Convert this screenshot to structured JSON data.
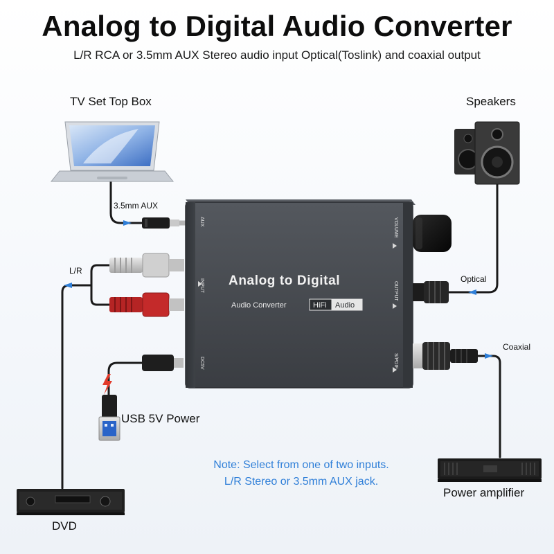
{
  "header": {
    "title": "Analog to Digital Audio Converter",
    "subtitle": "L/R RCA or 3.5mm AUX Stereo audio input Optical(Toslink) and coaxial output"
  },
  "devices": {
    "tv_set_top_box": "TV Set Top Box",
    "speakers": "Speakers",
    "power_amplifier": "Power amplifier",
    "dvd": "DVD"
  },
  "cables": {
    "aux": "3.5mm AUX",
    "lr": "L/R",
    "optical": "Optical",
    "coaxial": "Coaxial",
    "usb_power": "USB 5V Power"
  },
  "converter": {
    "name": "Analog to Digital",
    "subname": "Audio Converter",
    "badge_left": "HiFi",
    "badge_right": "Audio",
    "ports": {
      "aux": "AUX",
      "input": "INPUT",
      "dc5v": "DC5V",
      "volume": "VOLUME",
      "output": "OUTPUT",
      "spdif": "S/PDIF"
    }
  },
  "note": {
    "line1": "Note: Select from one of two inputs.",
    "line2": "L/R Stereo or 3.5mm AUX jack."
  },
  "colors": {
    "accent_blue": "#2f7fd8",
    "converter_body": "#3b3e42",
    "rca_red": "#c42a2a",
    "rca_white": "#d8d8d8",
    "usb_blue": "#2a64c8",
    "power_icon": "#e23a2a"
  }
}
